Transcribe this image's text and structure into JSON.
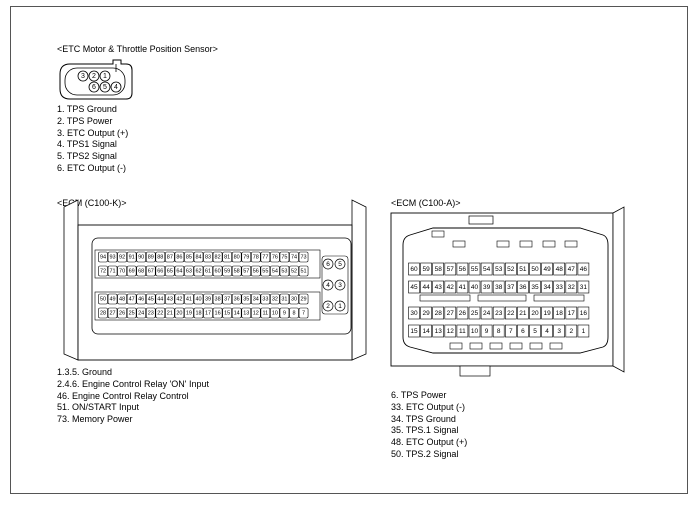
{
  "etc_sensor": {
    "title": "<ETC Motor & Throttle Position Sensor>",
    "pins_top": [
      "3",
      "2",
      "1"
    ],
    "pins_bottom": [
      "6",
      "5",
      "4"
    ],
    "legend": [
      "1. TPS Ground",
      "2. TPS Power",
      "3. ETC Output (+)",
      "4. TPS1 Signal",
      "5. TPS2 Signal",
      "6. ETC Output (-)"
    ]
  },
  "ecm_k": {
    "title": "<ECM (C100-K)>",
    "rows": [
      [
        "94",
        "93",
        "92",
        "91",
        "90",
        "89",
        "88",
        "87",
        "86",
        "85",
        "84",
        "83",
        "82",
        "81",
        "80",
        "79",
        "78",
        "77",
        "76",
        "75",
        "74",
        "73"
      ],
      [
        "72",
        "71",
        "70",
        "69",
        "68",
        "67",
        "66",
        "65",
        "64",
        "63",
        "62",
        "61",
        "60",
        "59",
        "58",
        "57",
        "56",
        "55",
        "54",
        "53",
        "52",
        "51"
      ],
      [
        "50",
        "49",
        "48",
        "47",
        "46",
        "45",
        "44",
        "43",
        "42",
        "41",
        "40",
        "39",
        "38",
        "37",
        "36",
        "35",
        "34",
        "33",
        "32",
        "31",
        "30",
        "29"
      ],
      [
        "28",
        "27",
        "26",
        "25",
        "24",
        "23",
        "22",
        "21",
        "20",
        "19",
        "18",
        "17",
        "16",
        "15",
        "14",
        "13",
        "12",
        "11",
        "10",
        "9",
        "8",
        "7"
      ]
    ],
    "side_pins": [
      [
        "6",
        "5"
      ],
      [
        "4",
        "3"
      ],
      [
        "2",
        "1"
      ]
    ],
    "legend": [
      "1.3.5. Ground",
      "2.4.6. Engine Control Relay 'ON' Input",
      "46. Engine Control Relay Control",
      "51. ON/START Input",
      "73. Memory Power"
    ]
  },
  "ecm_a": {
    "title": "<ECM (C100-A)>",
    "rows": [
      [
        "60",
        "59",
        "58",
        "57",
        "56",
        "55",
        "54",
        "53",
        "52",
        "51",
        "50",
        "49",
        "48",
        "47",
        "46"
      ],
      [
        "45",
        "44",
        "43",
        "42",
        "41",
        "40",
        "39",
        "38",
        "37",
        "36",
        "35",
        "34",
        "33",
        "32",
        "31"
      ],
      [
        "30",
        "29",
        "28",
        "27",
        "26",
        "25",
        "24",
        "23",
        "22",
        "21",
        "20",
        "19",
        "18",
        "17",
        "16"
      ],
      [
        "15",
        "14",
        "13",
        "12",
        "11",
        "10",
        "9",
        "8",
        "7",
        "6",
        "5",
        "4",
        "3",
        "2",
        "1"
      ]
    ],
    "legend": [
      "6. TPS Power",
      "33. ETC Output (-)",
      "34. TPS Ground",
      "35. TPS.1 Signal",
      "48. ETC Output (+)",
      "50. TPS.2 Signal"
    ]
  }
}
